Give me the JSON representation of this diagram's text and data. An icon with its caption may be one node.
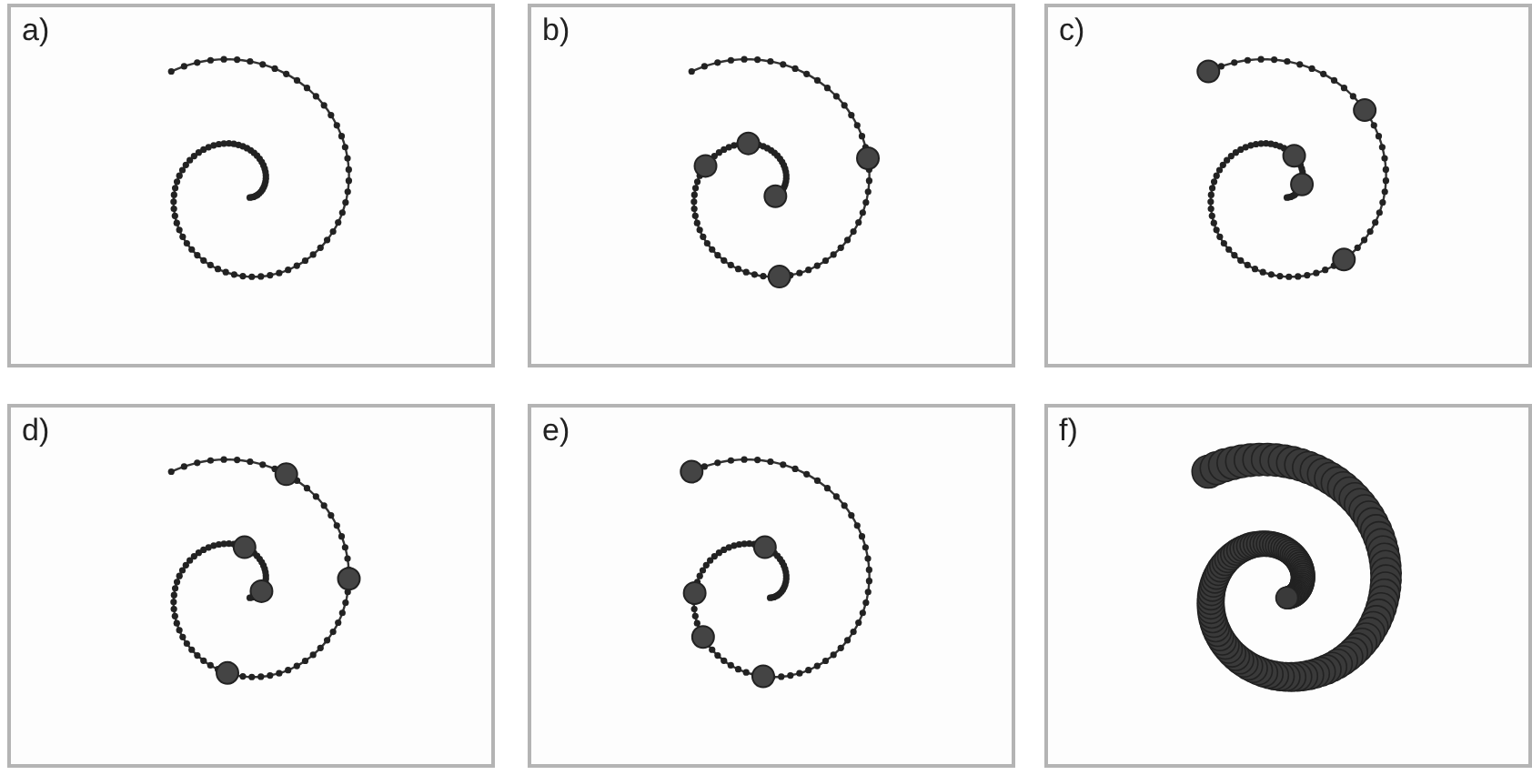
{
  "diagram": {
    "labels": [
      "a)",
      "b)",
      "c)",
      "d)",
      "e)",
      "f)"
    ]
  }
}
